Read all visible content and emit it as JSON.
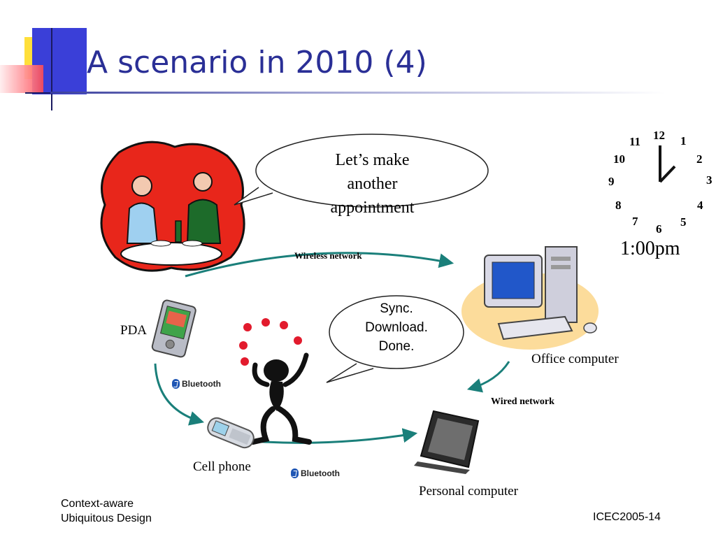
{
  "slide": {
    "title": "A scenario in 2010 (4)",
    "footer_left_line1": "Context-aware",
    "footer_left_line2": "Ubiquitous Design",
    "footer_right": "ICEC2005-14"
  },
  "diagram": {
    "speech_bubble": {
      "line1": "Let’s make",
      "line2": "another",
      "line3": "appointment"
    },
    "status_bubble": {
      "line1": "Sync.",
      "line2": "Download.",
      "line3": "Done."
    },
    "clock": {
      "numbers": [
        "12",
        "1",
        "2",
        "3",
        "4",
        "5",
        "6",
        "7",
        "8",
        "9",
        "10",
        "11"
      ],
      "time_label": "1:00pm"
    },
    "labels": {
      "wireless_network": "Wireless network",
      "wired_network": "Wired network",
      "pda": "PDA",
      "office_computer": "Office computer",
      "cell_phone": "Cell phone",
      "personal_computer": "Personal computer"
    },
    "bluetooth_badge": "Bluetooth",
    "colors": {
      "title": "#2a2f96",
      "arrow": "#1a7f7a",
      "juggle_ball": "#e21b2d",
      "restaurant_bg": "#e8261b"
    }
  }
}
